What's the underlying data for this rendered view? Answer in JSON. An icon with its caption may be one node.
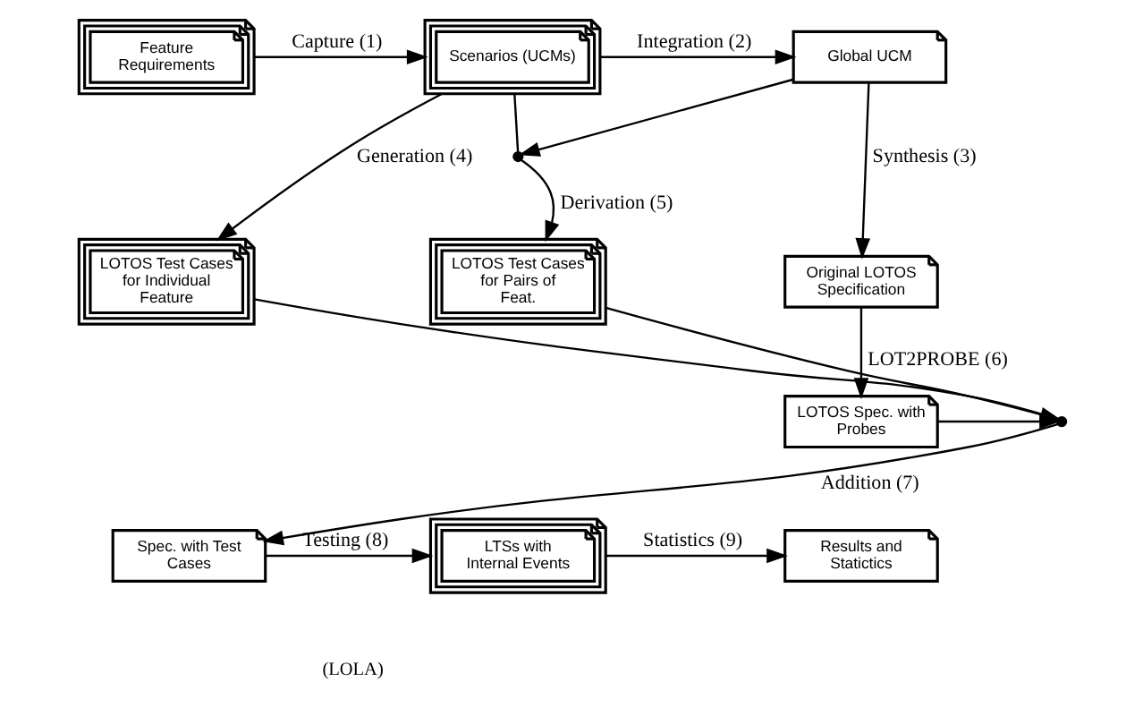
{
  "diagram": {
    "nodes": [
      {
        "text": [
          "Feature Requirements"
        ]
      },
      {
        "text": [
          "Scenarios (UCMs)"
        ]
      },
      {
        "text": [
          "Global UCM"
        ]
      },
      {
        "text": [
          "LOTOS Test Cases for Individual Feature"
        ]
      },
      {
        "text": [
          "LOTOS Test Cases for Pairs of Feat."
        ]
      },
      {
        "text": [
          "Original LOTOS Specification"
        ]
      },
      {
        "text": [
          "LOTOS Spec. with Probes"
        ]
      },
      {
        "text": [
          "Spec. with Test Cases"
        ]
      },
      {
        "text": [
          "LTSs with Internal Events"
        ]
      },
      {
        "text": [
          "Results and Statictics"
        ]
      },
      {
        "text": [],
        "shape": "circle"
      },
      {
        "text": [],
        "shape": "circle"
      }
    ],
    "edges": [
      {
        "from": 0,
        "to": 1,
        "arrow": "to",
        "label": "Capture (1)"
      },
      {
        "from": 1,
        "to": 2,
        "arrow": "to",
        "label": "Integration (2)"
      },
      {
        "from": 1,
        "to": 3,
        "arrow": "to",
        "label": "Generation (4)"
      },
      {
        "from": 1,
        "to": 10,
        "arrow": "none"
      },
      {
        "from": 2,
        "to": 10,
        "arrow": "to"
      },
      {
        "from": 10,
        "to": 4,
        "arrow": "to",
        "label": "Derivation (5)"
      },
      {
        "from": 2,
        "to": 5,
        "arrow": "to",
        "label": "Synthesis (3)"
      },
      {
        "from": 5,
        "to": 6,
        "arrow": "to",
        "label": "LOT2PROBE (6)"
      },
      {
        "from": 3,
        "to": 11,
        "arrow": "none"
      },
      {
        "from": 4,
        "to": 11,
        "arrow": "to"
      },
      {
        "from": 6,
        "to": 11,
        "arrow": "to"
      },
      {
        "from": 11,
        "to": 7,
        "arrow": "to",
        "label": "Addition (7)"
      },
      {
        "from": 7,
        "to": 8,
        "arrow": "to",
        "label": "Testing (8)"
      },
      {
        "from": 8,
        "to": 9,
        "arrow": "to",
        "label": "Statistics (9)"
      }
    ],
    "labels": [
      "(LOLA)"
    ]
  }
}
